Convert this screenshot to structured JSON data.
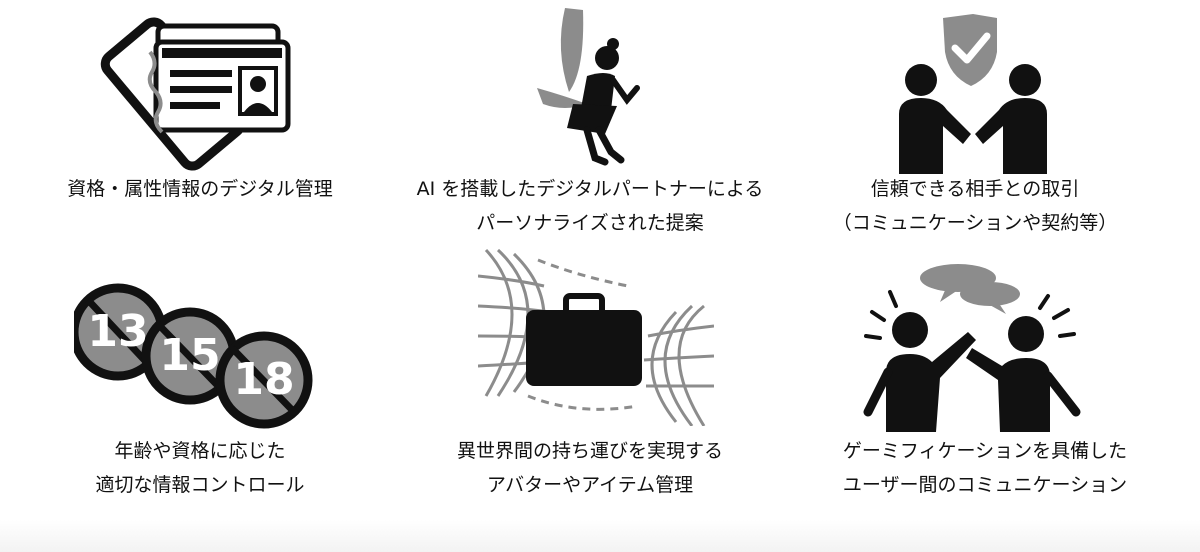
{
  "colors": {
    "ink": "#111111",
    "gray": "#8c8c8c",
    "white": "#ffffff"
  },
  "items": [
    {
      "icon": "id-card-icon",
      "lines": [
        "資格・属性情報のデジタル管理"
      ]
    },
    {
      "icon": "fairy-icon",
      "lines": [
        "AI を搭載したデジタルパートナーによる",
        "パーソナライズされた提案"
      ]
    },
    {
      "icon": "handshake-shield-icon",
      "lines": [
        "信頼できる相手との取引",
        "（コミュニケーションや契約等）"
      ]
    },
    {
      "icon": "age-badges-icon",
      "badges": [
        "13",
        "15",
        "18"
      ],
      "lines": [
        "年齢や資格に応じた",
        "適切な情報コントロール"
      ]
    },
    {
      "icon": "suitcase-worlds-icon",
      "lines": [
        "異世界間の持ち運びを実現する",
        "アバターやアイテム管理"
      ]
    },
    {
      "icon": "people-chat-icon",
      "lines": [
        "ゲーミフィケーションを具備した",
        "ユーザー間のコミュニケーション"
      ]
    }
  ]
}
